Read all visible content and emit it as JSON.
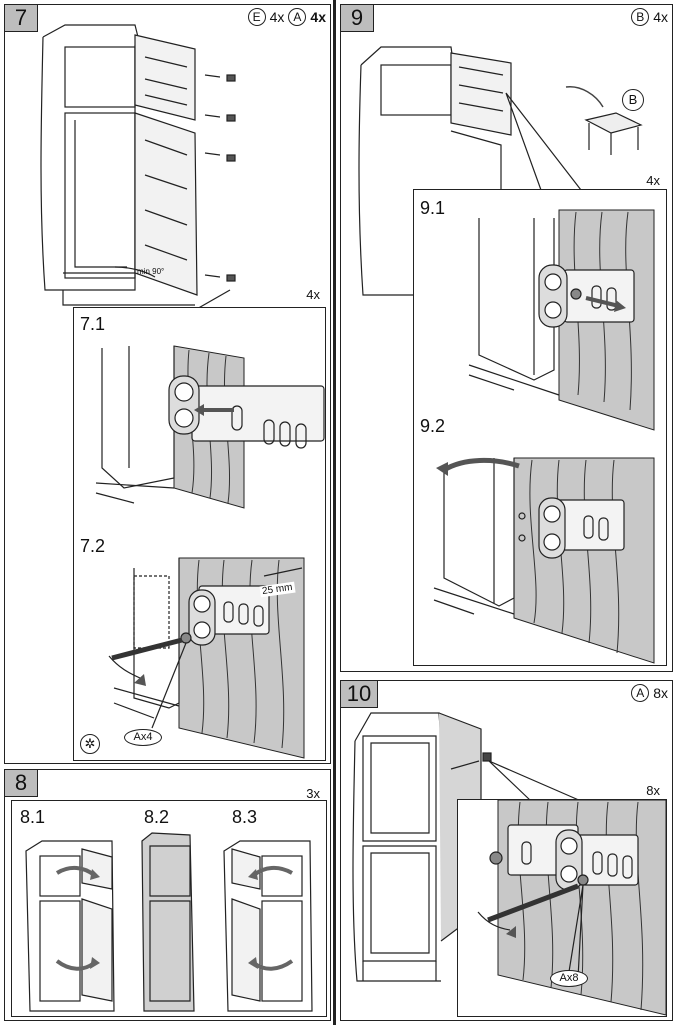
{
  "steps": {
    "s7": {
      "number": "7",
      "parts": [
        {
          "icon": "E",
          "qty": "4x"
        },
        {
          "icon": "A",
          "qty": "4x"
        }
      ],
      "count": "4x",
      "sub1": "7.1",
      "sub2": "7.2",
      "door_note": "min 90°",
      "measure": "25 mm",
      "callout": "Ax4"
    },
    "s8": {
      "number": "8",
      "count": "3x",
      "sub1": "8.1",
      "sub2": "8.2",
      "sub3": "8.3"
    },
    "s9": {
      "number": "9",
      "parts": [
        {
          "icon": "B",
          "qty": "4x"
        }
      ],
      "part_label": "B",
      "count": "4x",
      "sub1": "9.1",
      "sub2": "9.2"
    },
    "s10": {
      "number": "10",
      "parts": [
        {
          "icon": "A",
          "qty": "8x"
        }
      ],
      "count": "8x",
      "callout": "Ax8"
    }
  }
}
